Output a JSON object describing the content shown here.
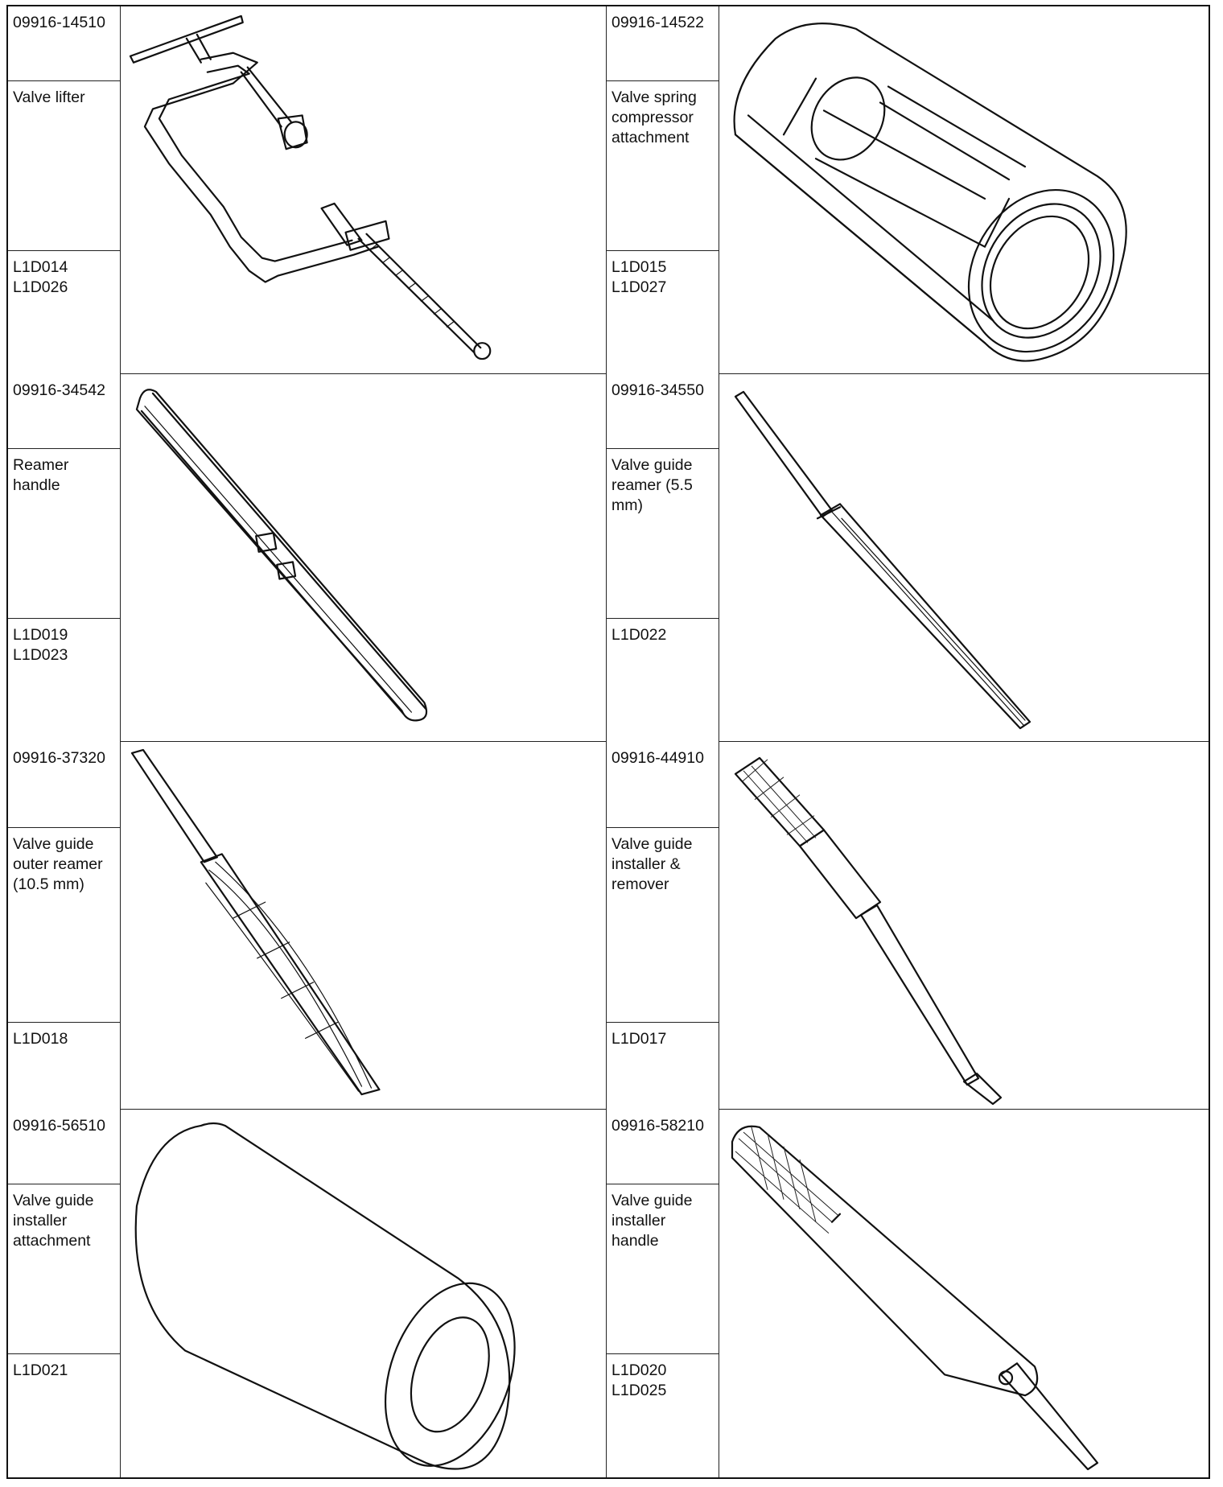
{
  "tools": [
    {
      "part_number": "09916-14510",
      "name": "Valve lifter",
      "ref_codes": "L1D014\nL1D026",
      "icon": "c-clamp-valve-lifter-icon"
    },
    {
      "part_number": "09916-14522",
      "name": "Valve spring\ncompressor\nattachment",
      "ref_codes": "L1D015\nL1D027",
      "icon": "slotted-sleeve-attachment-icon"
    },
    {
      "part_number": "09916-34542",
      "name": "Reamer\nhandle",
      "ref_codes": "L1D019\nL1D023",
      "icon": "reamer-handle-icon"
    },
    {
      "part_number": "09916-34550",
      "name": "Valve guide\nreamer (5.5\nmm)",
      "ref_codes": "L1D022",
      "icon": "thin-reamer-icon"
    },
    {
      "part_number": "09916-37320",
      "name": "Valve guide\nouter reamer\n(10.5 mm)",
      "ref_codes": "L1D018",
      "icon": "spiral-reamer-icon"
    },
    {
      "part_number": "09916-44910",
      "name": "Valve guide\ninstaller &\nremover",
      "ref_codes": "L1D017",
      "icon": "knurled-drift-icon"
    },
    {
      "part_number": "09916-56510",
      "name": "Valve guide\ninstaller\nattachment",
      "ref_codes": "L1D021",
      "icon": "cylinder-attachment-icon"
    },
    {
      "part_number": "09916-58210",
      "name": "Valve guide\ninstaller\nhandle",
      "ref_codes": "L1D020\nL1D025",
      "icon": "knurled-handle-icon"
    }
  ]
}
